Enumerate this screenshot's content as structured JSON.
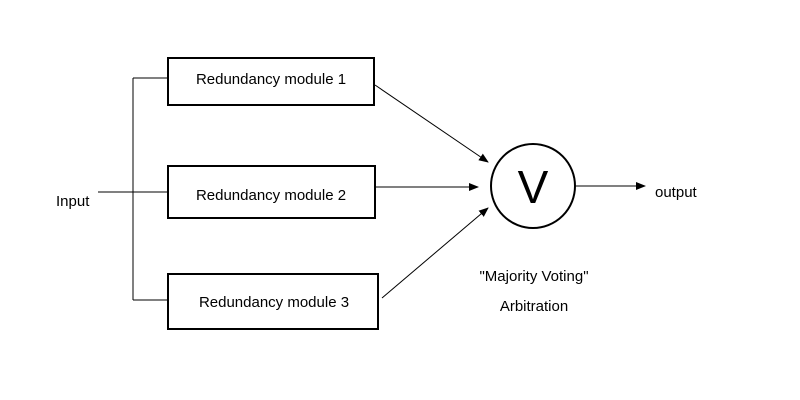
{
  "diagram": {
    "input_label": "Input",
    "modules": [
      {
        "label": "Redundancy module 1"
      },
      {
        "label": "Redundancy module 2"
      },
      {
        "label": "Redundancy module 3"
      }
    ],
    "voter": {
      "symbol": "V",
      "caption_line1": "\"Majority Voting\"",
      "caption_line2": "Arbitration"
    },
    "output_label": "output",
    "colors": {
      "stroke": "#000000",
      "background": "#ffffff"
    }
  }
}
